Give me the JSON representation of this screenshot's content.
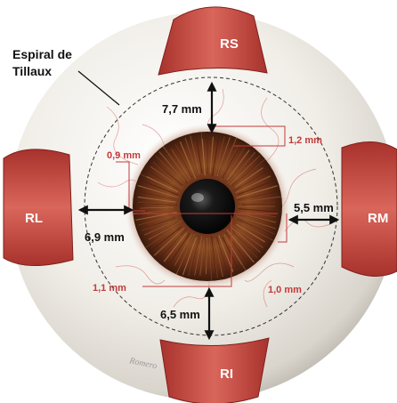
{
  "figure": {
    "callout": [
      "Espiral de",
      "Tillaux"
    ],
    "muscles": {
      "superior": "RS",
      "inferior": "RI",
      "lateral": "RL",
      "medial": "RM"
    },
    "spiral_distances": {
      "superior": "7,7 mm",
      "medial": "5,5 mm",
      "inferior": "6,5 mm",
      "lateral": "6,9 mm"
    },
    "tendon_widths": {
      "superior": "1,2 mm",
      "lateral": "0,9 mm",
      "inferior": "1,1 mm",
      "medial": "1,0 mm"
    },
    "signature": "Romero"
  },
  "colors": {
    "sclera": "#efece6",
    "muscle": "#c8473f",
    "iris": "#6b2f1c",
    "pupil": "#111111",
    "measure_red": "#c23b3b",
    "arrow": "#111111"
  }
}
